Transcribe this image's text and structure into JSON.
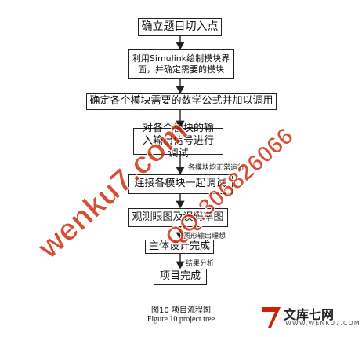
{
  "steps": [
    "确立题目切入点",
    "利用Simulink绘制模块界面，并确定需要的模块",
    "确定各个模块需要的数学公式并加以调用",
    "对各个模块的输入输出信号进行调试",
    "连接各模块一起调试",
    "观测眼图及误码率图",
    "主体设计完成",
    "项目完成"
  ],
  "edge_labels": [
    "各模块均正常运行",
    "图形输出理想",
    "结果分析"
  ],
  "caption_cn": "图10 项目流程图",
  "caption_en": "Figure 10 project tree",
  "watermark": {
    "text1": "wenku7.com",
    "text2": "QQ:306826066",
    "color": "#cc2200"
  },
  "logo": {
    "cn": "文库七网",
    "url": "WWW.WENKU7.COM",
    "color": "#cc2200"
  }
}
